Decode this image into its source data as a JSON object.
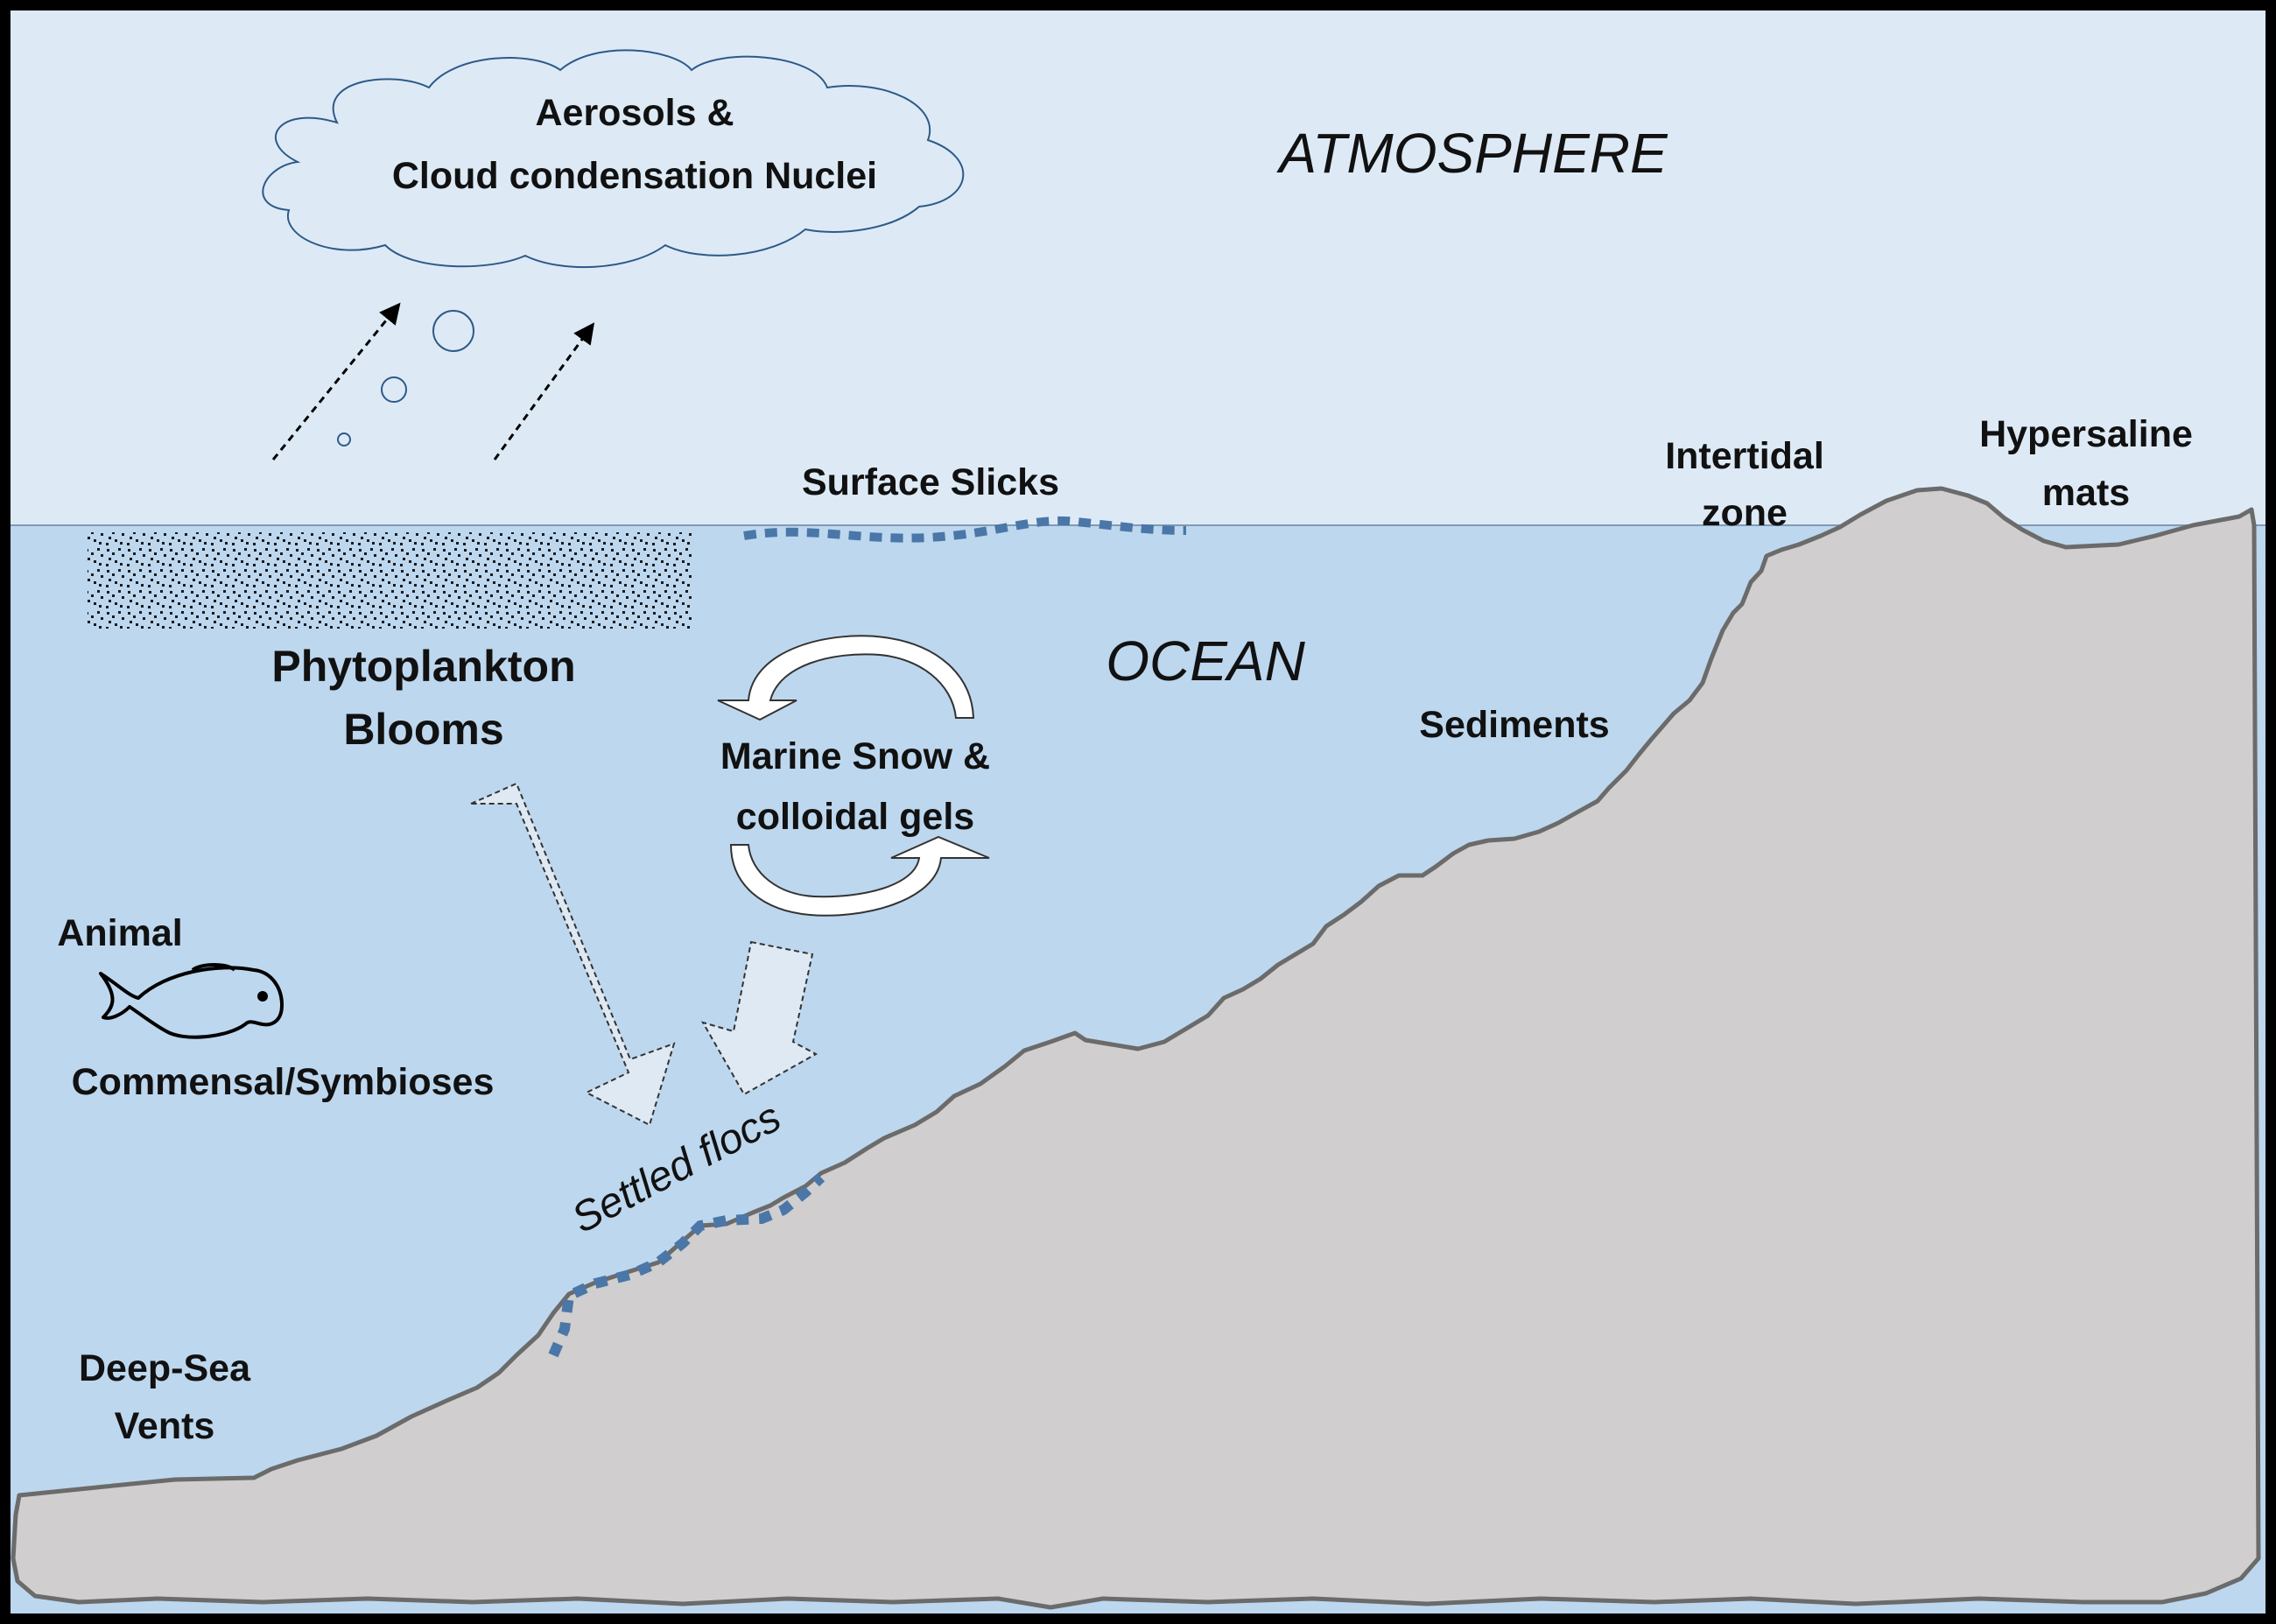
{
  "zones": {
    "atmosphere": "ATMOSPHERE",
    "ocean": "OCEAN"
  },
  "labels": {
    "aerosols_line1": "Aerosols &",
    "aerosols_line2": "Cloud condensation Nuclei",
    "surface_slicks": "Surface Slicks",
    "intertidal_line1": "Intertidal",
    "intertidal_line2": "zone",
    "hypersaline_line1": "Hypersaline",
    "hypersaline_line2": "mats",
    "phytoplankton_line1": "Phytoplankton",
    "phytoplankton_line2": "Blooms",
    "marine_snow_line1": "Marine Snow &",
    "marine_snow_line2": "colloidal gels",
    "sediments": "Sediments",
    "animal": "Animal",
    "commensal": "Commensal/Symbioses",
    "settled_flocs": "Settled flocs",
    "deep_sea_line1": "Deep-Sea",
    "deep_sea_line2": "Vents"
  },
  "colors": {
    "atmosphere": "#ddeaf6",
    "ocean": "#bdd7ee",
    "seafloor": "#d0cece",
    "seafloor_outline": "#6b6b6b",
    "slick": "#4a77a8",
    "frame": "#000000"
  },
  "icons": {
    "cloud": "cloud-icon",
    "bubbles": "bubble-icon",
    "fish": "fish-icon",
    "cycle_arrows": "cycle-arrow-icon",
    "sinking_arrows": "sinking-arrow-icon",
    "plankton_pattern": "plankton-pattern-icon"
  }
}
